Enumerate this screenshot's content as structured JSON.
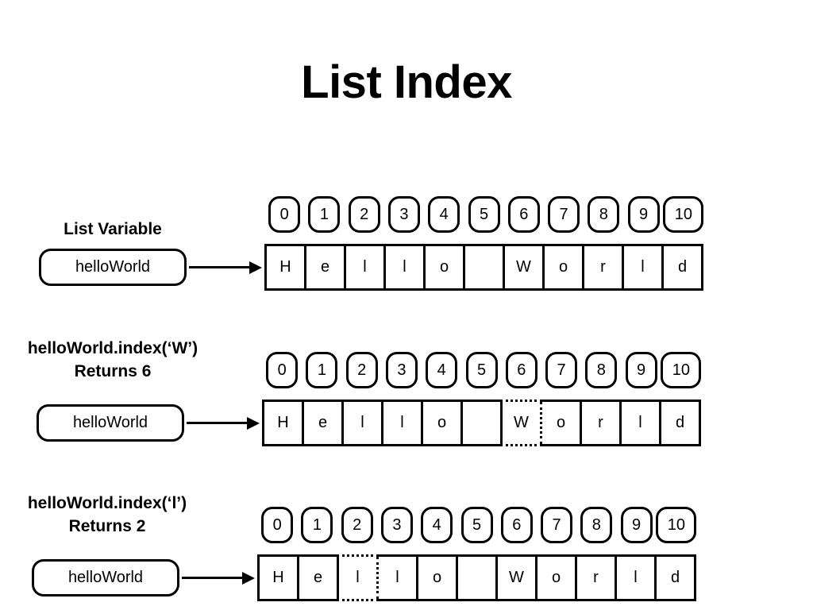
{
  "title": "List Index",
  "characters": [
    "H",
    "e",
    "l",
    "l",
    "o",
    "",
    "W",
    "o",
    "r",
    "l",
    "d"
  ],
  "indices": [
    "0",
    "1",
    "2",
    "3",
    "4",
    "5",
    "6",
    "7",
    "8",
    "9",
    "10"
  ],
  "rows": [
    {
      "caption_line1": "List Variable",
      "caption_line2": "",
      "variable": "helloWorld",
      "highlight_index": null
    },
    {
      "caption_line1": "helloWorld.index(‘W’)",
      "caption_line2": "Returns 6",
      "variable": "helloWorld",
      "highlight_index": 6
    },
    {
      "caption_line1": "helloWorld.index(‘l’)",
      "caption_line2": "Returns 2",
      "variable": "helloWorld",
      "highlight_index": 2
    }
  ]
}
